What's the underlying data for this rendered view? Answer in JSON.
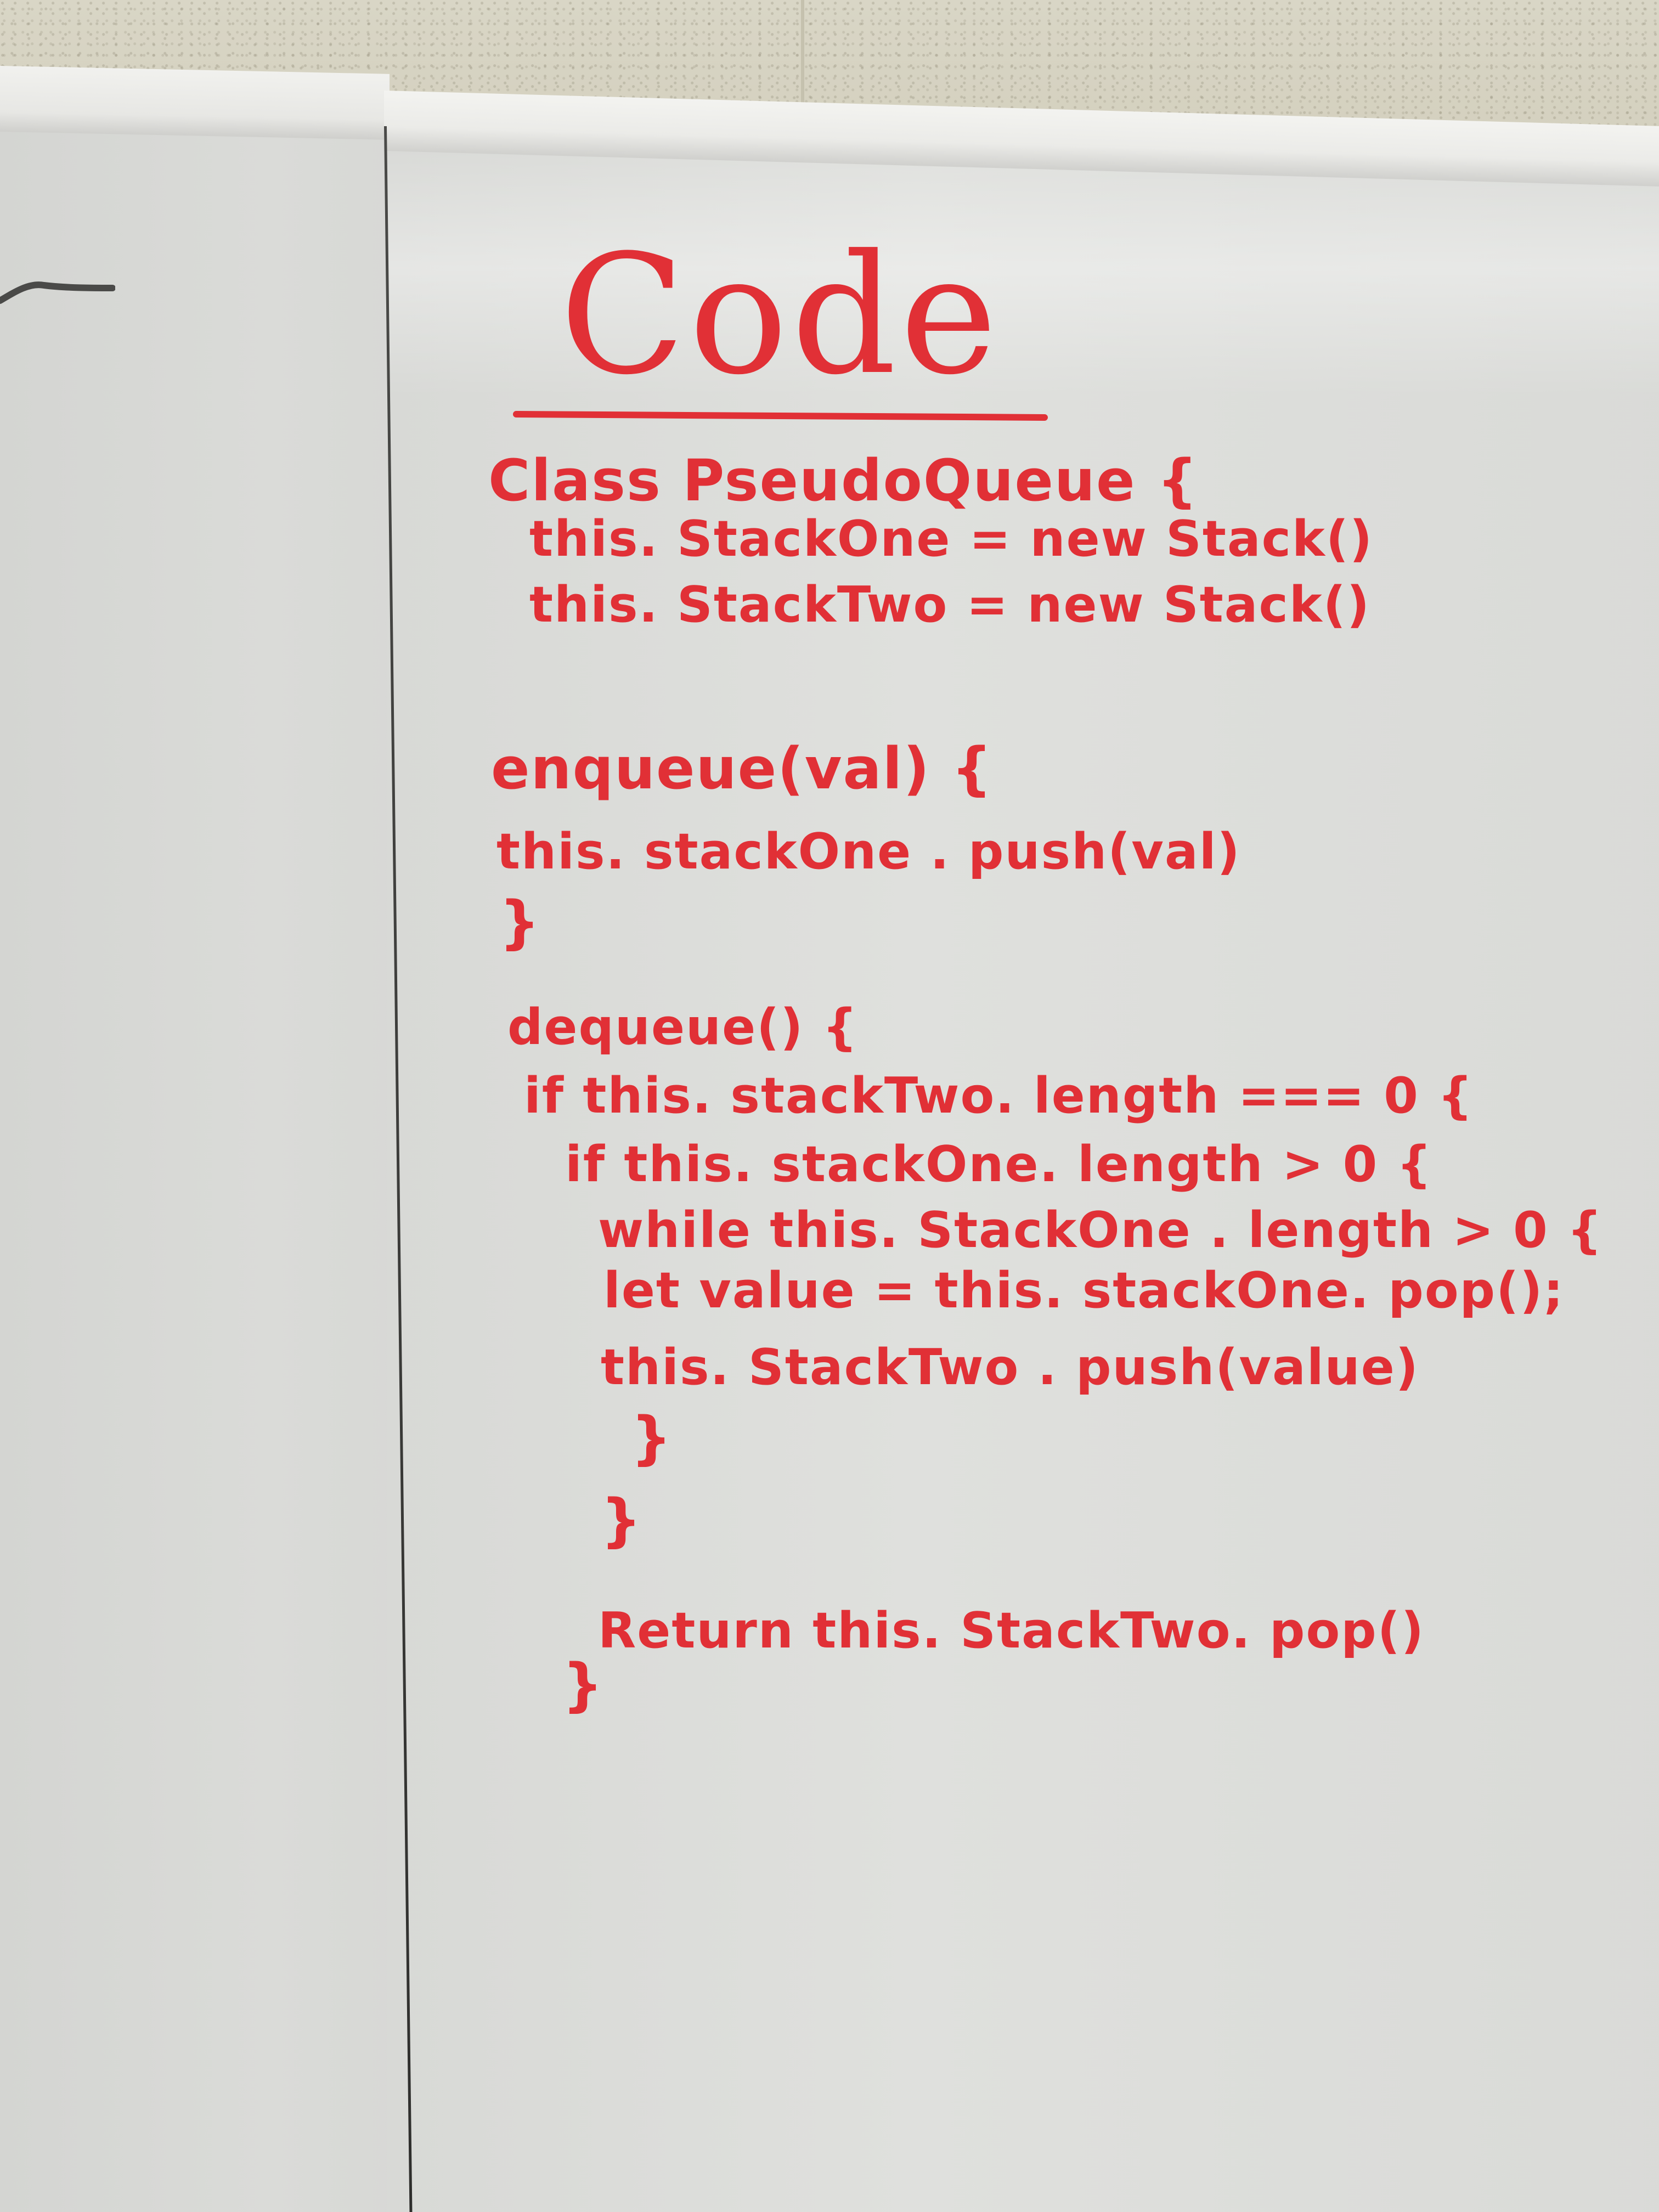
{
  "whiteboard": {
    "title": "Code",
    "lines": [
      "Class  PseudoQueue {",
      "this. StackOne = new Stack()",
      "this. StackTwo = new Stack()",
      "enqueue(val) {",
      "this. stackOne . push(val)",
      "}",
      "dequeue() {",
      "if  this. stackTwo. length === 0 {",
      "if this. stackOne. length > 0 {",
      "while  this. StackOne . length > 0 {",
      "let value = this. stackOne. pop();",
      "this. StackTwo . push(value)",
      "}",
      "}",
      "Return  this. StackTwo. pop()",
      "}"
    ]
  },
  "colors": {
    "marker": "#e13036",
    "board": "#dcddda",
    "wall": "#d6d2c0"
  }
}
